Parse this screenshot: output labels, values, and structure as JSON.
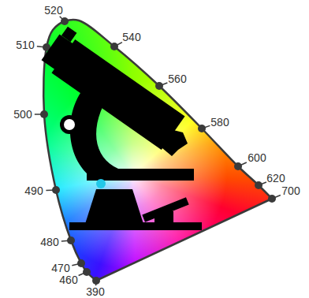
{
  "diagram": {
    "labels": [
      "520",
      "540",
      "510",
      "560",
      "500",
      "580",
      "600",
      "620",
      "490",
      "700",
      "480",
      "470",
      "460",
      "390"
    ]
  }
}
